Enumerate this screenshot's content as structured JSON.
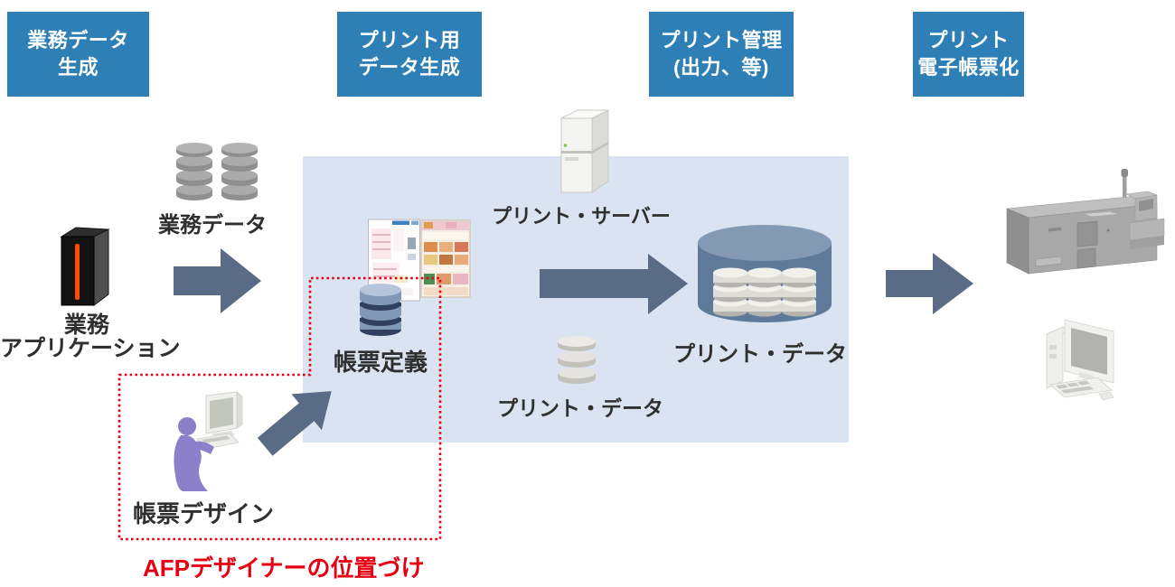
{
  "headers": [
    {
      "line1": "業務データ",
      "line2": "生成"
    },
    {
      "line1": "プリント用",
      "line2": "データ生成"
    },
    {
      "line1": "プリント管理",
      "line2": "(出力、等)"
    },
    {
      "line1": "プリント",
      "line2": "電子帳票化"
    }
  ],
  "labels": {
    "business_data": "業務データ",
    "business_app_line1": "業務",
    "business_app_line2": "アプリケーション",
    "form_definition": "帳票定義",
    "print_server": "プリント・サーバー",
    "print_data_spool": "プリント・データ",
    "print_data_store": "プリント・データ",
    "form_design": "帳票デザイン",
    "afp_designer_caption": "AFPデザイナーの位置づけ"
  },
  "icons": {
    "business-app-server-icon": "black tower server with orange stripe",
    "business-data-db-icon": "two gray database cylinder stacks",
    "flow-arrow-icon": "solid right arrow",
    "form-sample-thumbnails-icon": "two sample form/catalog page images",
    "form-definition-db-icon": "blue database cylinder stack",
    "print-server-icon": "white tower server",
    "print-data-db-icon": "small light gray database stack",
    "print-data-container-icon": "large blue cylinder holding three white database stacks",
    "production-printer-icon": "industrial production printer machine",
    "viewer-computer-icon": "desktop computer with monitor and keyboard",
    "designer-person-icon": "person working at a computer",
    "design-arrow-icon": "diagonal up-right arrow",
    "afp-scope-outline": "red dotted L-shaped outline"
  },
  "colors": {
    "header-bg": "#2e7fb5",
    "panel-bg": "#d9e3f1",
    "arrow": "#5a6b85",
    "accent-red": "#e60014",
    "person-purple": "#8b80c9"
  }
}
